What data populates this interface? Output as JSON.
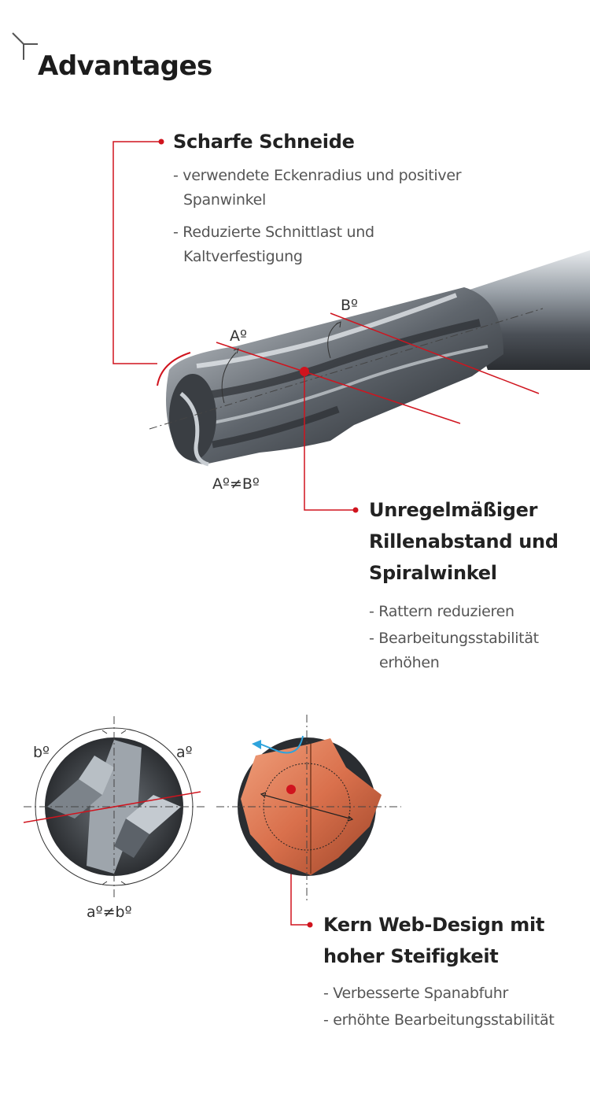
{
  "page_title": "Advantages",
  "feature1": {
    "heading": "Scharfe Schneide",
    "bullets": [
      "- verwendete Eckenradius und positiver Spanwinkel",
      "- Reduzierte Schnittlast und Kaltverfestigung"
    ]
  },
  "feature2": {
    "heading_lines": [
      "Unregelmäßiger",
      "Rillenabstand und",
      "Spiralwinkel"
    ],
    "bullets": [
      "- Rattern reduzieren",
      "- Bearbeitungsstabilität erhöhen"
    ]
  },
  "feature3": {
    "heading_lines": [
      "Kern Web-Design mit",
      "hoher Steifigkeit"
    ],
    "bullets": [
      "- Verbesserte Spanabfuhr",
      "- erhöhte Bearbeitungsstabilität"
    ]
  },
  "labels": {
    "angle_a": "Aº",
    "angle_b": "Bº",
    "a_neq_b": "Aº≠Bº",
    "small_a": "aº",
    "small_b": "bº",
    "small_a_neq_b": "aº≠bº"
  },
  "colors": {
    "accent": "#d0141e",
    "arrow_blue": "#2ea3dc",
    "core_orange": "#d9704c"
  }
}
